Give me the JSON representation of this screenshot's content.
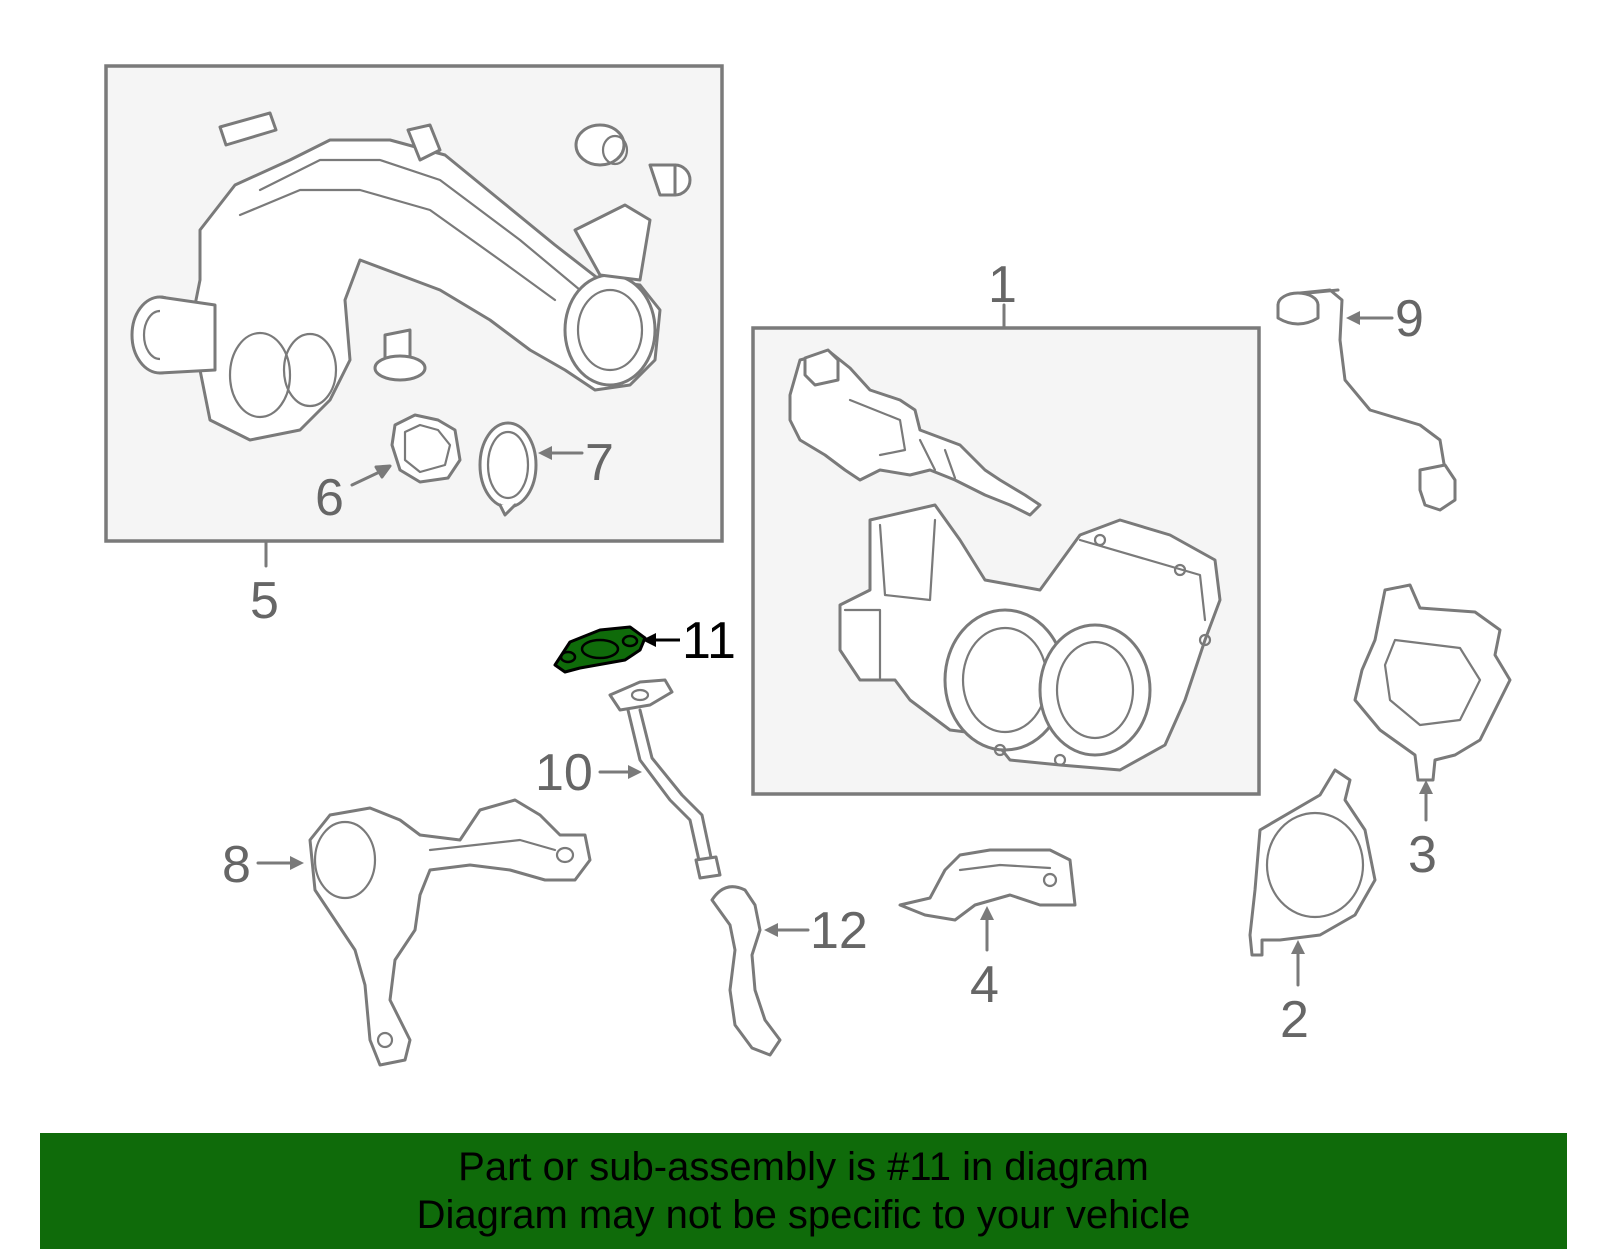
{
  "diagram": {
    "highlighted_part": "11",
    "highlight_color": "#0f6b0a",
    "callouts": {
      "c1": "1",
      "c2": "2",
      "c3": "3",
      "c4": "4",
      "c5": "5",
      "c6": "6",
      "c7": "7",
      "c8": "8",
      "c9": "9",
      "c10": "10",
      "c11": "11",
      "c12": "12"
    },
    "arrow_glyph": "←"
  },
  "banner": {
    "line1": "Part or sub-assembly is #11 in diagram",
    "line2": "Diagram may not be specific to your vehicle",
    "background": "#0f6b0a"
  }
}
